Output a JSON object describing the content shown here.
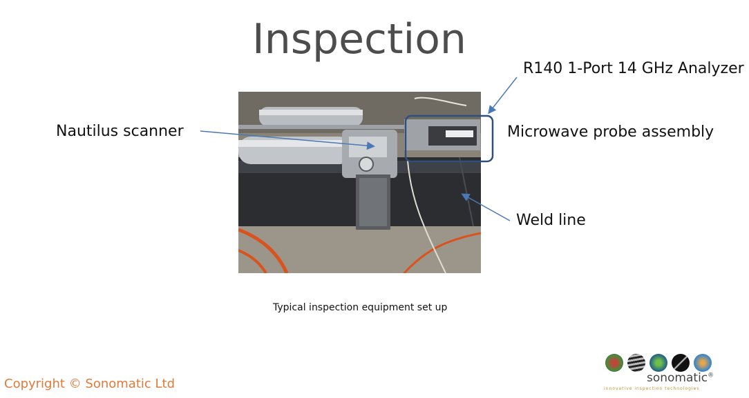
{
  "slide": {
    "title": "Inspection",
    "caption": "Typical inspection equipment set up",
    "copyright": "Copyright © Sonomatic Ltd"
  },
  "callouts": {
    "scanner": "Nautilus scanner",
    "analyzer": "R140 1-Port 14 GHz Analyzer",
    "probe": "Microwave probe assembly",
    "weld": "Weld line"
  },
  "logo": {
    "name": "sonomatic",
    "registered": "®",
    "tagline": "innovative inspection technologies"
  },
  "colors": {
    "arrow": "#4a78b5",
    "copyright": "#e07a3a",
    "title": "#4d4d4d"
  }
}
